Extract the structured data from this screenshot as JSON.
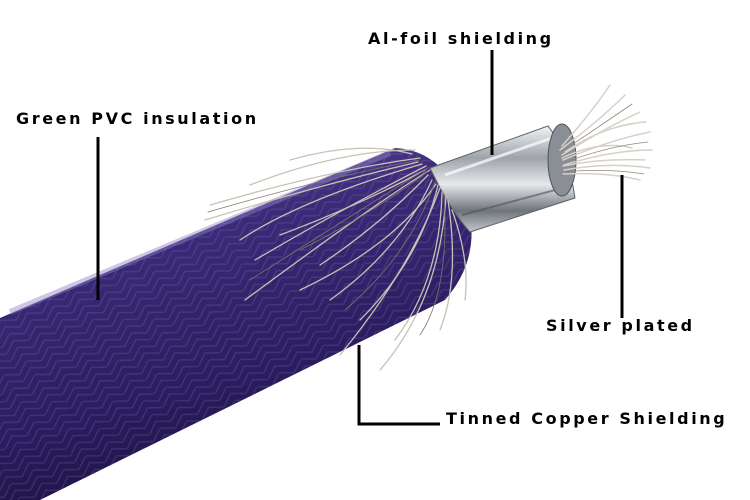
{
  "labels": {
    "al_foil": "Al-foil shielding",
    "pvc": "Green PVC insulation",
    "silver": "Silver plated",
    "copper": "Tinned Copper Shielding"
  },
  "colors": {
    "insulation": "#3b2a78",
    "insulation_dark": "#22164f",
    "insulation_light": "#6a5aa8",
    "tinned_copper": "#c9c2b6",
    "foil": "#b8bcc2",
    "silver_wire": "#d8d3cc",
    "leader_line": "#000000"
  }
}
